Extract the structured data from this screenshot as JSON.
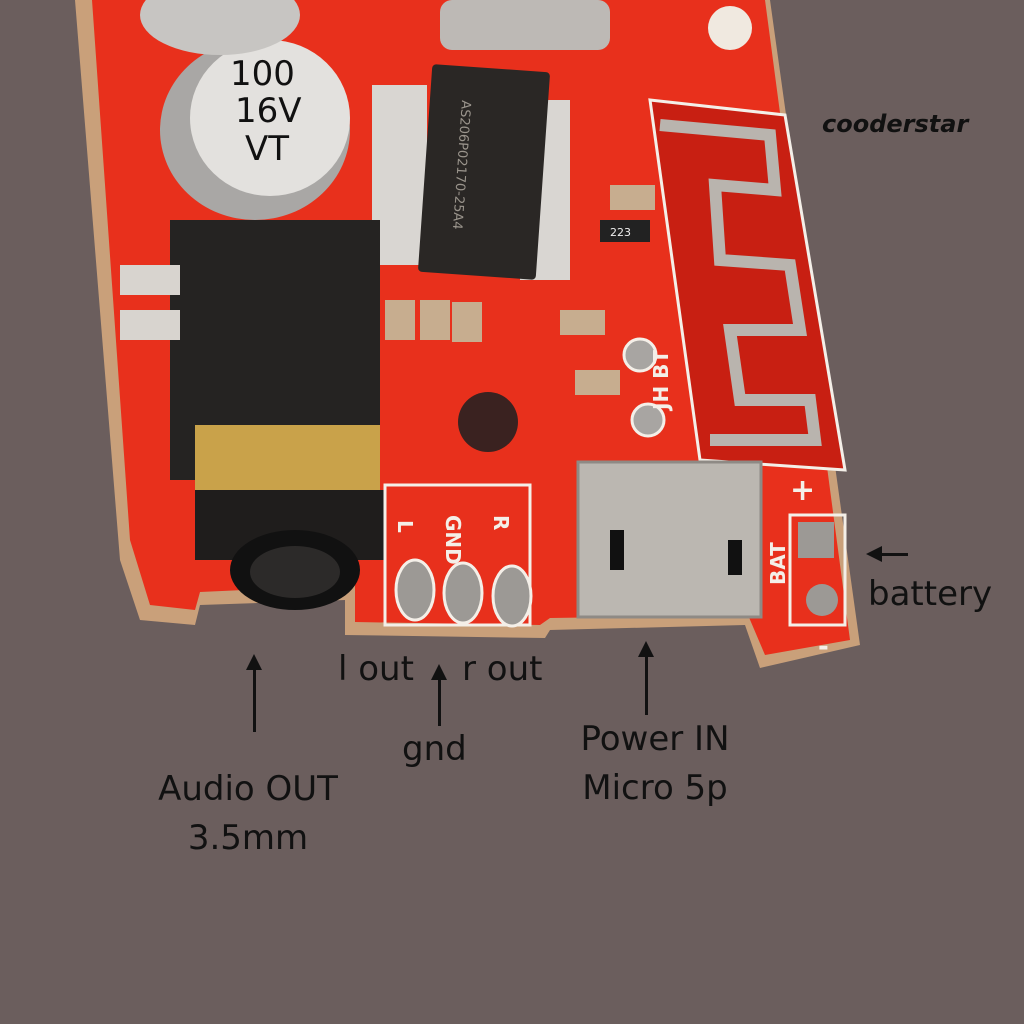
{
  "watermark": "cooderstar",
  "board": {
    "capacitor_text": [
      "100",
      "16V",
      "VT"
    ],
    "chip_text": "AS206P02170-25A4",
    "resistor_code": "223",
    "silkscreen": {
      "jh_bt": "JH BT",
      "l": "L",
      "gnd": "GND",
      "r": "R",
      "bat": "BAT",
      "plus": "+",
      "minus": "-"
    }
  },
  "labels": {
    "audio_out": [
      "Audio OUT",
      "3.5mm"
    ],
    "l_out": "l out",
    "gnd": "gnd",
    "r_out": "r out",
    "power_in": [
      "Power IN",
      "Micro 5p"
    ],
    "battery": "battery"
  },
  "colors": {
    "background": "#6b5e5d",
    "pcb": "#e8301c",
    "silk": "#f4efe8"
  }
}
